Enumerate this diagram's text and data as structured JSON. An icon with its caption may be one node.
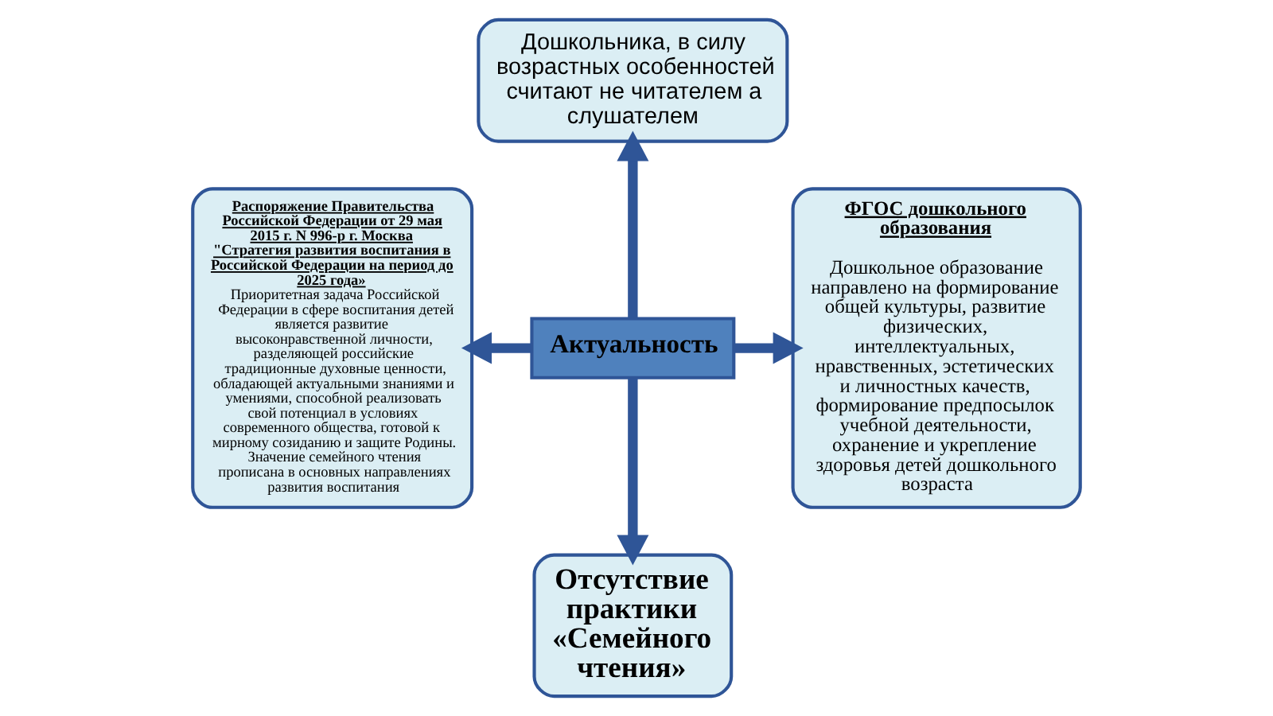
{
  "diagram": {
    "nodes": [
      {
        "text": [
          "Распоряжение Правительства Российской Федерации от 29 мая 2015 г. N 996-р г. Москва \"Стратегия развития воспитания в Российской Федерации на период до 2025 года»",
          "Приоритетная задача Российской Федерации в сфере воспитания детей является развитие высоконравственной личности, разделяющей российские традиционные духовные ценности, обладающей актуальными знаниями и умениями, способной реализовать свой потенциал в условиях современного общества, готовой к мирному созиданию и защите Родины.",
          "Значение семейного чтения прописана в основных направлениях развития воспитания"
        ]
      },
      {
        "text": [
          "Дошкольника, в силу возрастных особенностей считают не читателем а слушателем"
        ]
      },
      {
        "text": [
          "ФГОС дошкольного образования",
          "Дошкольное образование направлено на формирование общей культуры, развитие физических, интеллектуальных, нравственных, эстетических и личностных качеств, формирование предпосылок учебной деятельности, охранение и укрепление здоровья детей дошкольного возраста"
        ]
      },
      {
        "text": [
          "Актуальность"
        ]
      },
      {
        "text": [
          "Отсутствие практики «Семейного чтения»"
        ]
      }
    ],
    "edges": [
      {
        "from": 3,
        "to": 1,
        "arrow": "to"
      },
      {
        "from": 3,
        "to": 0,
        "arrow": "to"
      },
      {
        "from": 3,
        "to": 2,
        "arrow": "to"
      },
      {
        "from": 3,
        "to": 4,
        "arrow": "to"
      }
    ]
  }
}
